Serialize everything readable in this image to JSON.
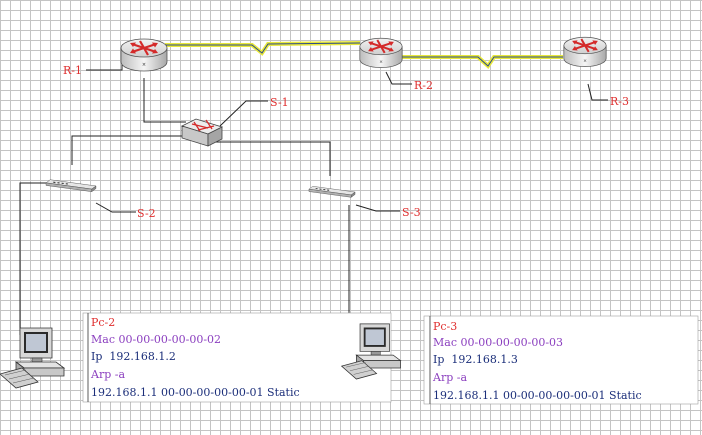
{
  "devices": {
    "r1": {
      "label": "R-1"
    },
    "r2": {
      "label": "R-2"
    },
    "r3": {
      "label": "R-3"
    },
    "s1": {
      "label": "S-1"
    },
    "s2": {
      "label": "S-2"
    },
    "s3": {
      "label": "S-3"
    }
  },
  "pc2": {
    "name": "Pc-2",
    "mac": "Mac 00-00-00-00-00-02",
    "ip": "Ip  192.168.1.2",
    "arp": "Arp -a",
    "arp_entry": "192.168.1.1 00-00-00-00-00-01 Static"
  },
  "pc3": {
    "name": "Pc-3",
    "mac": "Mac 00-00-00-00-00-03",
    "ip": "Ip  192.168.1.3",
    "arp": "Arp -a",
    "arp_entry": "192.168.1.1 00-00-00-00-00-01 Static"
  },
  "colors": {
    "device_label": "#e03030",
    "mac_text": "#8b3fbf",
    "body_text": "#1c2f7a",
    "serial_link": "#e8e83a"
  }
}
